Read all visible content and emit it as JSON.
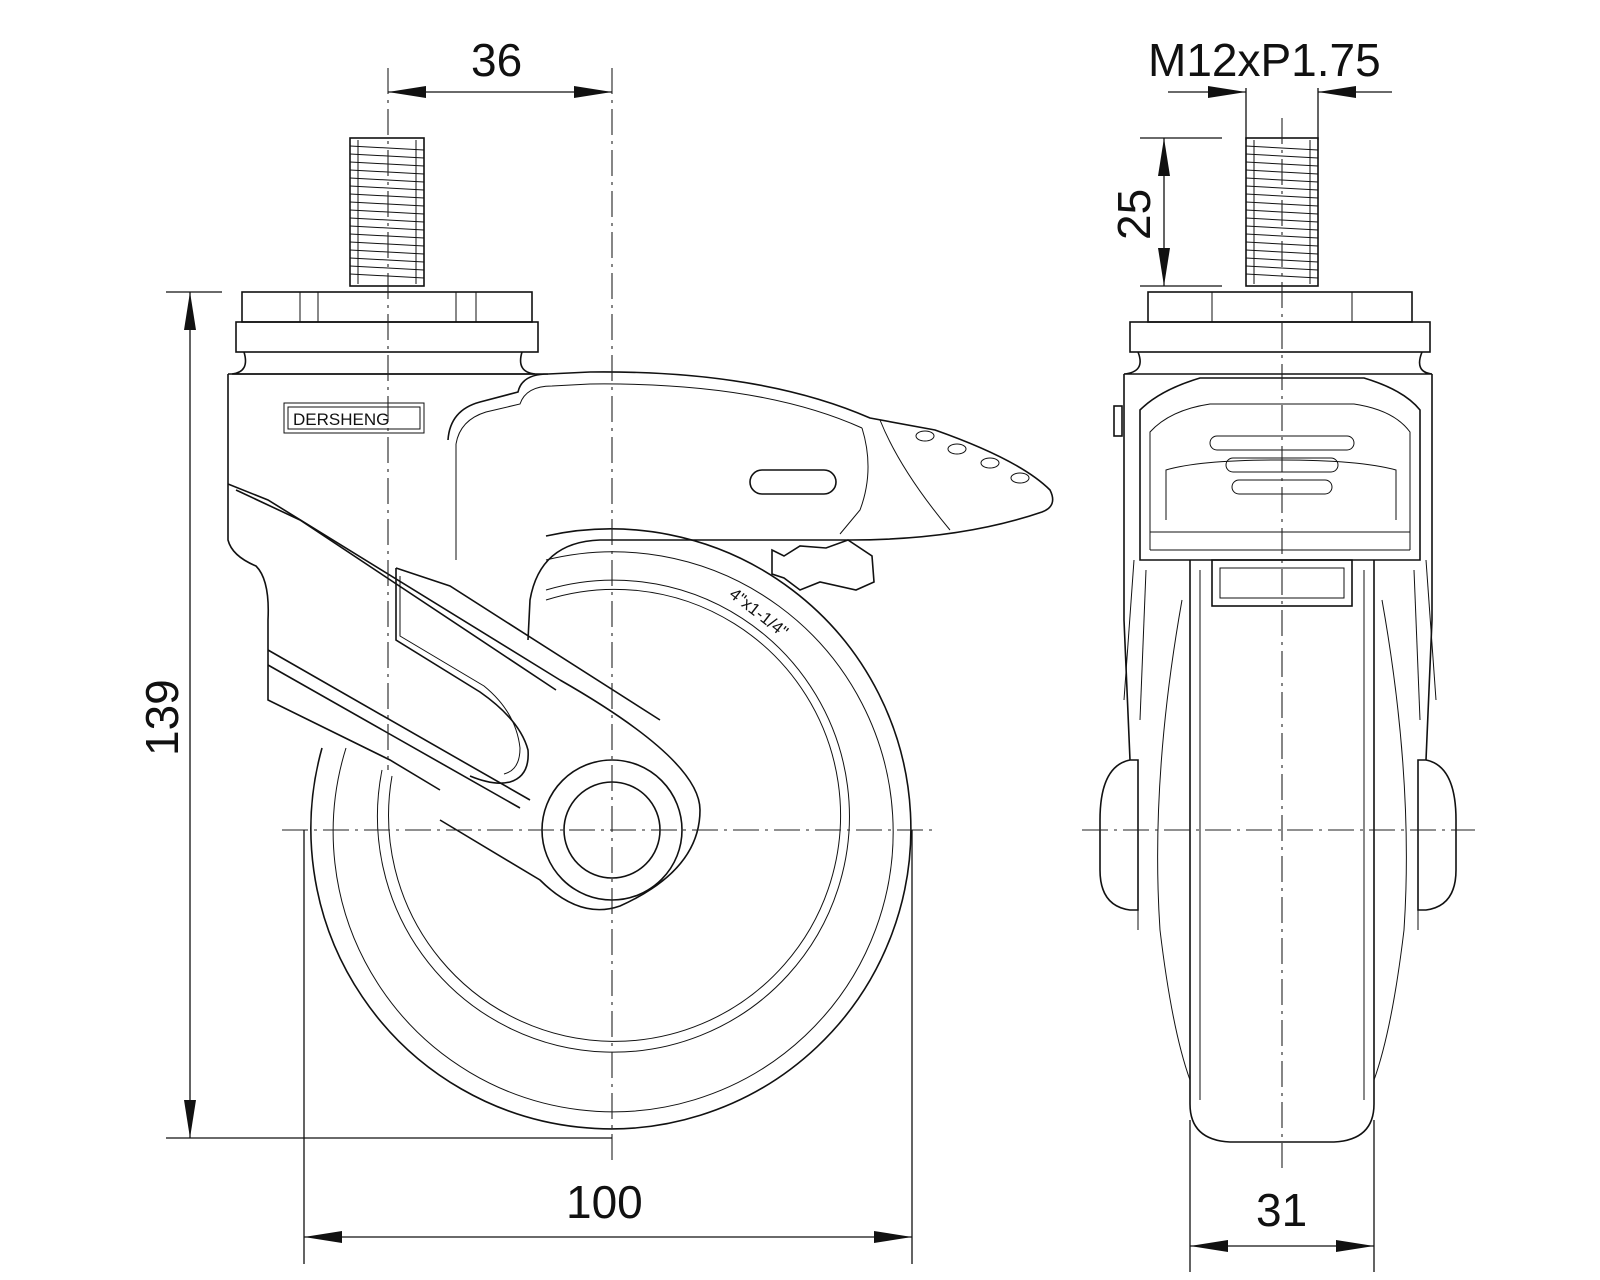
{
  "dimensions": {
    "stem_offset": "36",
    "thread_spec": "M12xP1.75",
    "stem_length": "25",
    "total_height": "139",
    "wheel_diameter": "100",
    "wheel_width": "31"
  },
  "brand": {
    "logo_text": "DERSHENG"
  },
  "wheel_marking": "4\"x1-1/4\""
}
